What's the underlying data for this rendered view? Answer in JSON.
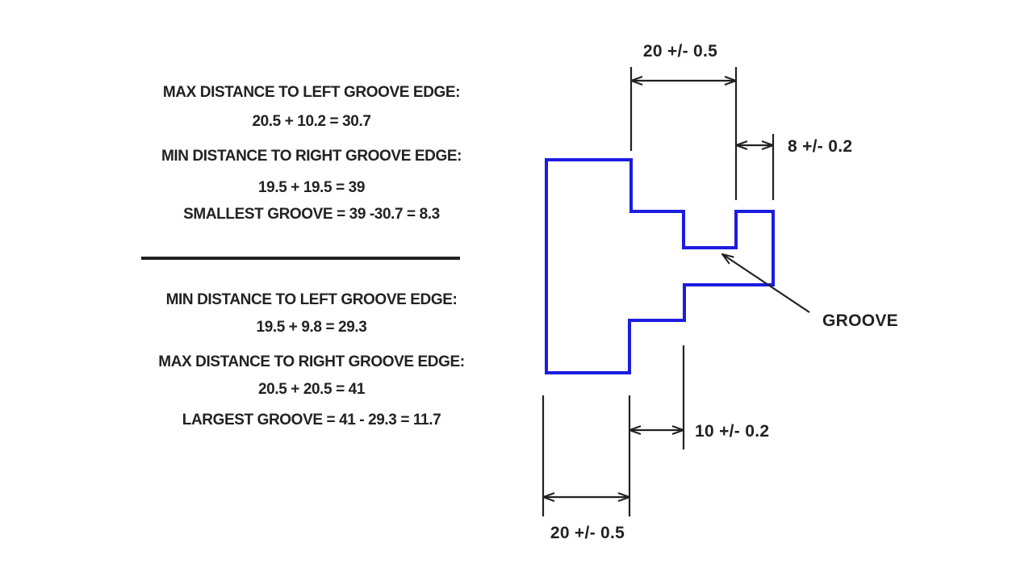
{
  "panel": {
    "smallest_block": {
      "rows": [
        {
          "label": "MAX DISTANCE TO LEFT GROOVE EDGE:",
          "equation": "20.5 + 10.2 = 30.7"
        },
        {
          "label": "MIN DISTANCE TO RIGHT GROOVE EDGE:",
          "equation": "19.5 + 19.5 = 39"
        }
      ],
      "result": "SMALLEST GROOVE = 39 -30.7 = 8.3"
    },
    "largest_block": {
      "rows": [
        {
          "label": "MIN DISTANCE TO LEFT GROOVE EDGE:",
          "equation": "19.5 + 9.8 = 29.3"
        },
        {
          "label": "MAX DISTANCE TO RIGHT GROOVE EDGE:",
          "equation": "20.5 + 20.5 = 41"
        }
      ],
      "result": "LARGEST GROOVE = 41 - 29.3 = 11.7"
    }
  },
  "diagram": {
    "dim_top_width": "20 +/- 0.5",
    "dim_groove_to_edge": "8 +/- 0.2",
    "dim_step_width": "10 +/- 0.2",
    "dim_bottom_width": "20 +/- 0.5",
    "groove_label": "GROOVE"
  },
  "colors": {
    "part_outline": "#1c1ce0",
    "annotation": "#222222",
    "background": "#ffffff"
  }
}
